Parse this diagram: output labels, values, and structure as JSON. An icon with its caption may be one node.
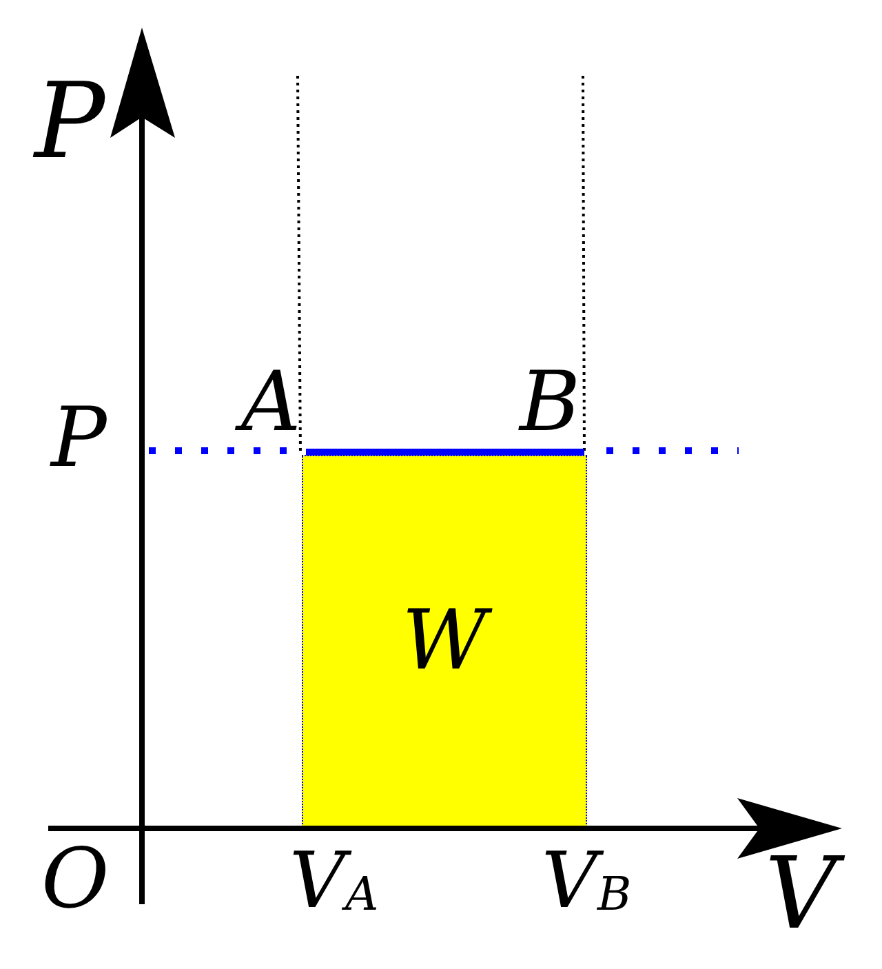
{
  "diagram": {
    "nodes": [
      {
        "text": [
          "W"
        ]
      }
    ],
    "labels": [
      "P",
      "A",
      "B",
      "P",
      "O",
      "V$_{A}$",
      "V$_{B}$",
      "V"
    ]
  }
}
